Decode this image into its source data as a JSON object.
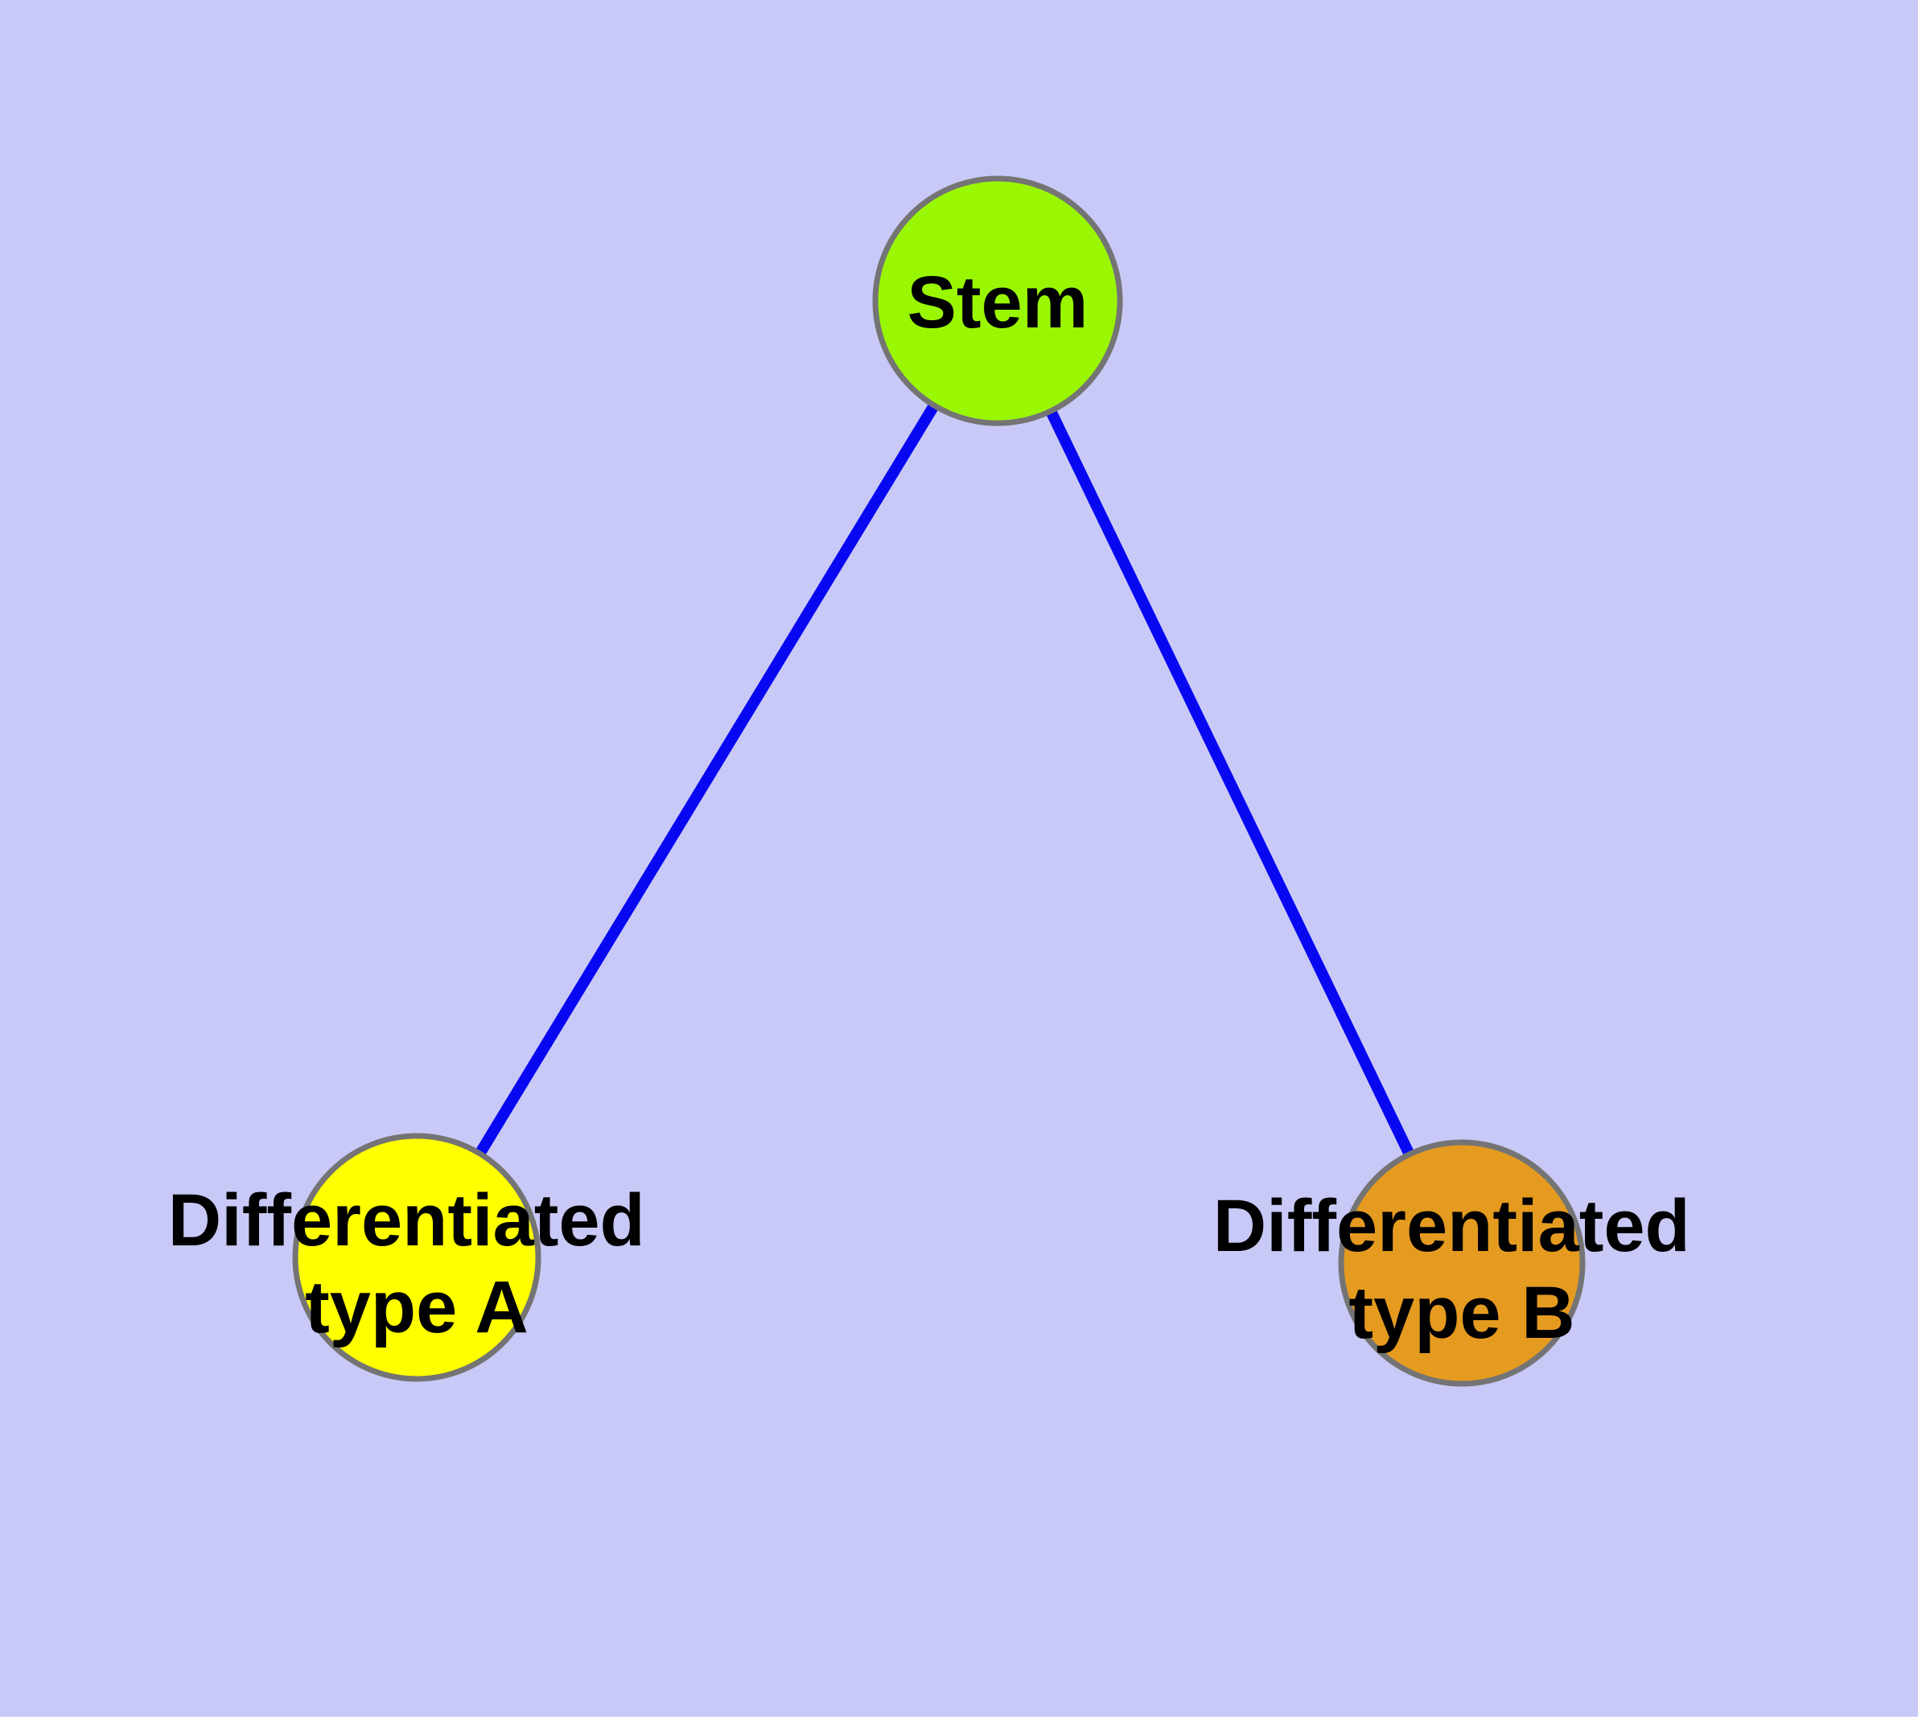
{
  "diagram": {
    "background_color": "#c9c9f7",
    "edge_color": "#0707f2",
    "node_border_color": "#747474",
    "label_color": "#000000",
    "nodes": [
      {
        "id": "stem",
        "label": "Stem",
        "label_lines": [
          "Stem"
        ],
        "color": "#9af704"
      },
      {
        "id": "differentiated-type-a",
        "label": "Differentiated type A",
        "label_lines": [
          "Differentiated",
          "type A"
        ],
        "color": "#ffff00"
      },
      {
        "id": "differentiated-type-b",
        "label": "Differentiated type B",
        "label_lines": [
          "Differentiated",
          "type B"
        ],
        "color": "#e59b20"
      }
    ],
    "edges": [
      {
        "from": "stem",
        "to": "differentiated-type-a"
      },
      {
        "from": "stem",
        "to": "differentiated-type-b"
      }
    ]
  }
}
